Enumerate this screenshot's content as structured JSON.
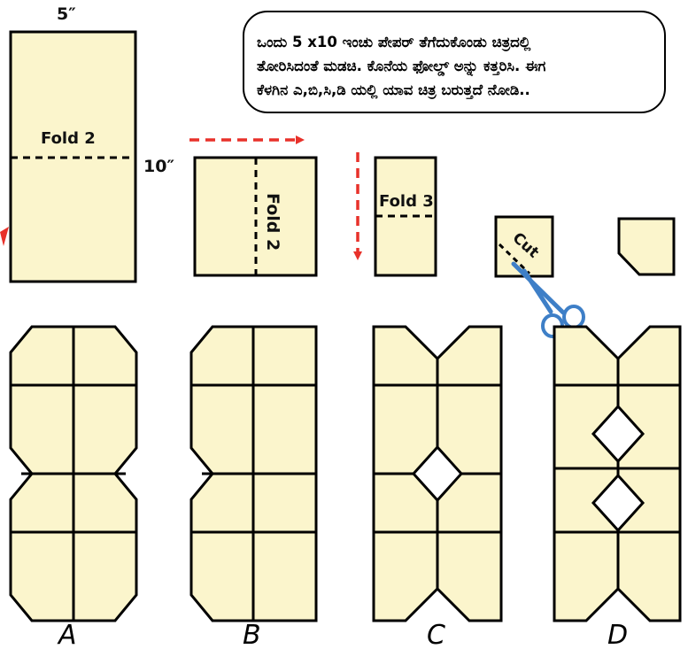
{
  "instruction": {
    "line1": "ಒಂದು 5 x10 ಇಂಚು ಪೇಪರ್ ತೆಗೆದುಕೊಂಡು ಚಿತ್ರದಲ್ಲಿ",
    "line2": "ತೋರಿಸಿದಂತೆ ಮಡಚಿ. ಕೊನೆಯ ಫೋಲ್ಡ್ ಅನ್ನು ಕತ್ತರಿಸಿ. ಈಗ",
    "line3": "ಕೆಳಗಿನ ಎ,ಬಿ,ಸಿ,ಡಿ ಯಲ್ಲಿ ಯಾವ ಚಿತ್ರ ಬರುತ್ತದೆ ನೋಡಿ.."
  },
  "dimensions": {
    "width": "5″",
    "height": "10″"
  },
  "fold_labels": {
    "step1": "Fold 2",
    "step2": "Fold 2",
    "step3": "Fold 3"
  },
  "cut_label": "Cut",
  "options": [
    "A",
    "B",
    "C",
    "D"
  ],
  "colors": {
    "paper": "#fbf5cc",
    "arrow": "#e8312a",
    "scissors": "#3e7fc7",
    "outline": "#000000"
  },
  "icons": {
    "scissors": "scissors-icon",
    "arrow": "arrow-icon"
  }
}
